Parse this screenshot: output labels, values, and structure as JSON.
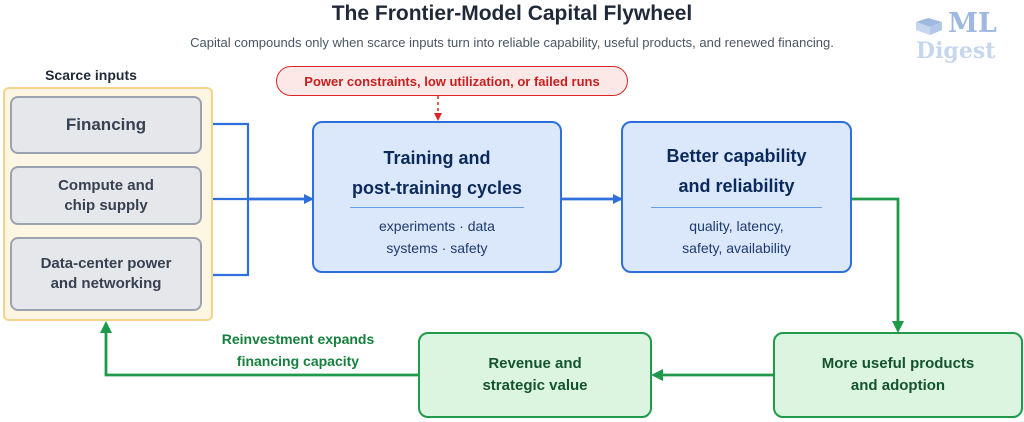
{
  "header": {
    "title": "The Frontier-Model Capital Flywheel",
    "subtitle": "Capital compounds only when scarce inputs turn into reliable capability, useful products, and renewed financing."
  },
  "logo": {
    "line1": "ML",
    "line2": "Digest"
  },
  "scarce_inputs": {
    "label": "Scarce inputs",
    "items": [
      {
        "lines": [
          "Financing"
        ]
      },
      {
        "lines": [
          "Compute and",
          "chip supply"
        ]
      },
      {
        "lines": [
          "Data-center power",
          "and networking"
        ]
      }
    ]
  },
  "constraint": {
    "text": "Power constraints, low utilization, or failed runs"
  },
  "training": {
    "title_lines": [
      "Training and",
      "post-training cycles"
    ],
    "detail_lines": [
      "experiments · data",
      "systems · safety"
    ]
  },
  "capability": {
    "title_lines": [
      "Better capability",
      "and reliability"
    ],
    "detail_lines": [
      "quality, latency,",
      "safety, availability"
    ]
  },
  "products": {
    "lines": [
      "More useful products",
      "and adoption"
    ]
  },
  "revenue": {
    "lines": [
      "Revenue and",
      "strategic value"
    ]
  },
  "reinvestment": {
    "lines": [
      "Reinvestment expands",
      "financing capacity"
    ]
  },
  "colors": {
    "blue": "#2f6fdc",
    "green": "#1f9a4a",
    "red": "#dc2626",
    "panel": "#f3d48a"
  }
}
